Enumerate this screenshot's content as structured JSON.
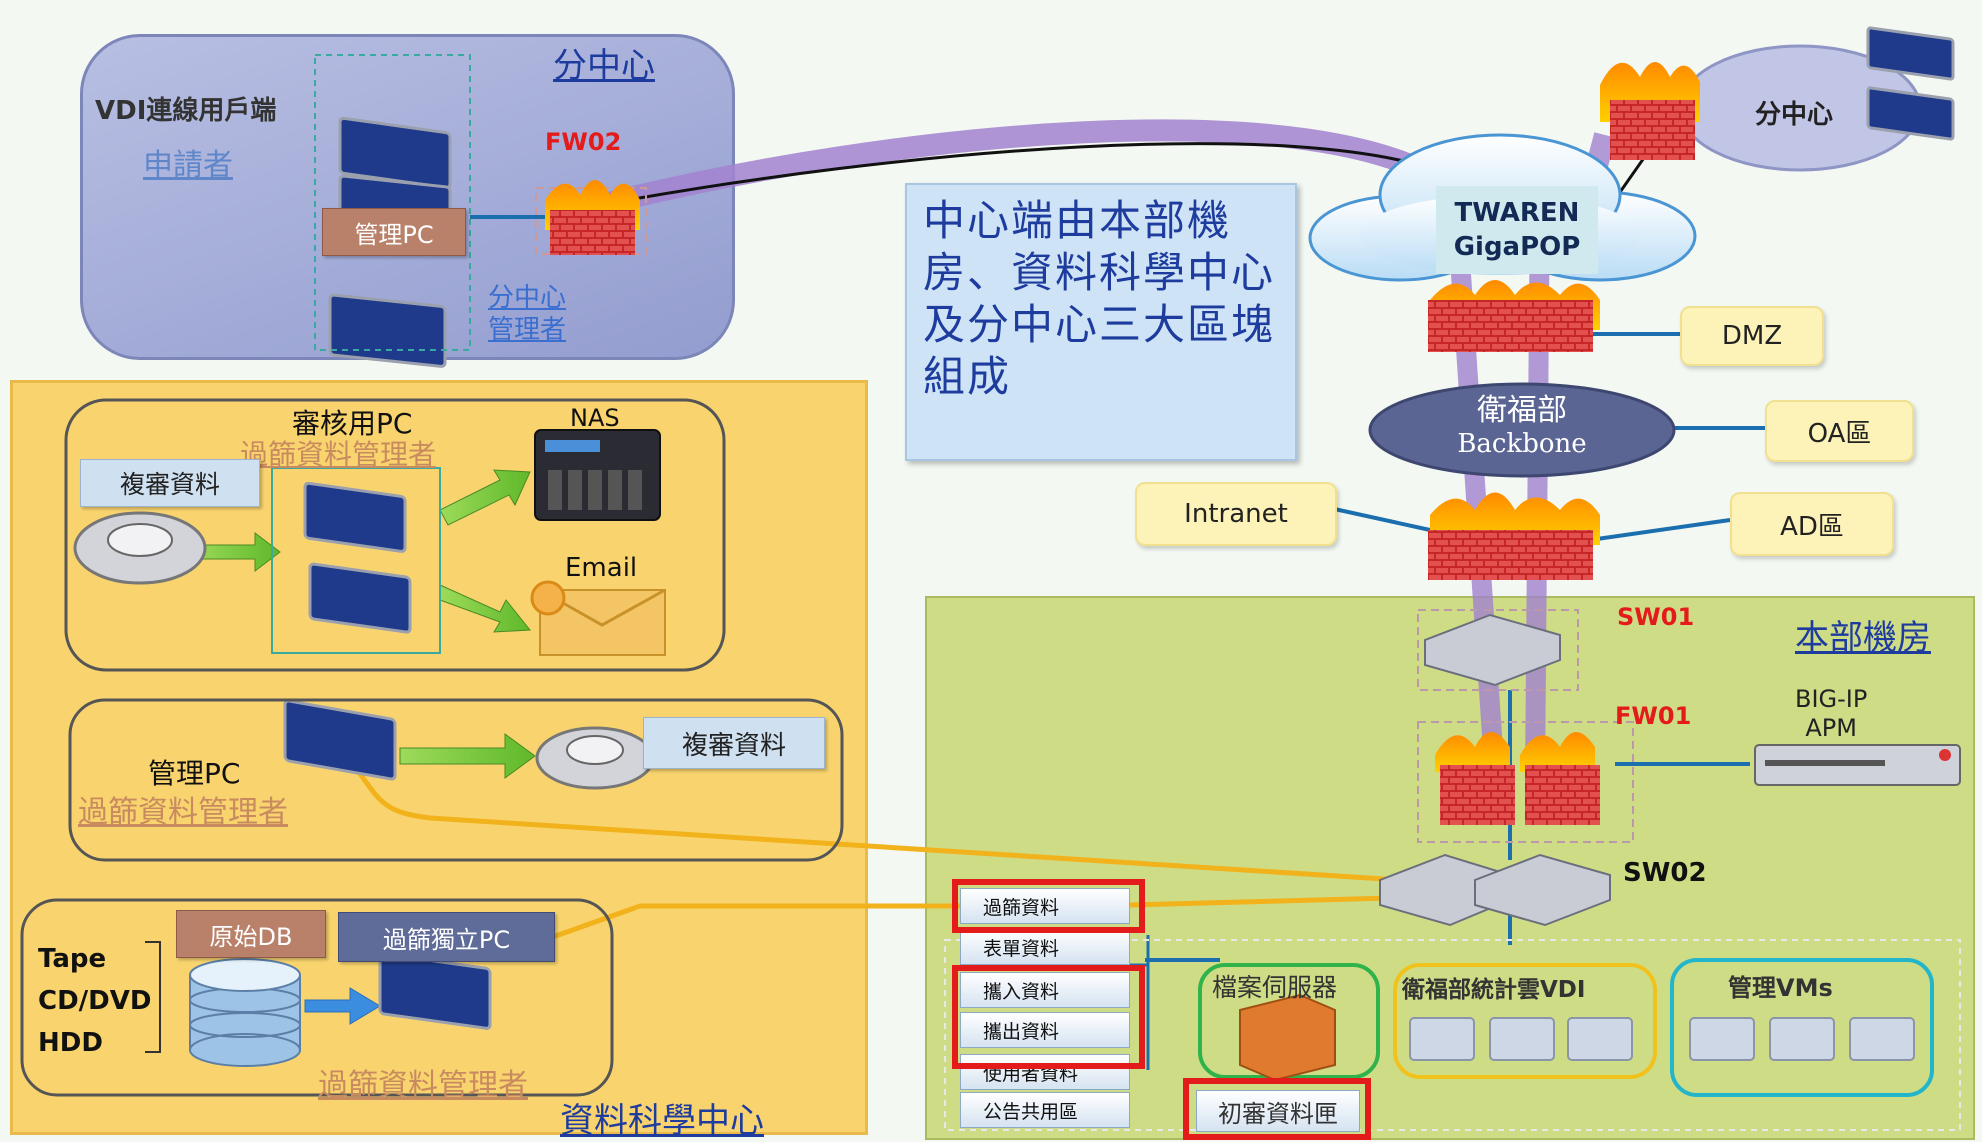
{
  "branch_top": {
    "title": "分中心",
    "client_label": "VDI連線用戶端",
    "applicant_label": "申請者",
    "admin_pc_label": "管理PC",
    "branch_admin_label": "分中心\n管理者",
    "fw_label": "FW02"
  },
  "info_note": "中心端由本部機房、資料科學中心及分中心三大區塊組成",
  "network": {
    "twaren_label": "TWAREN\nGigaPOP",
    "remote_branch_label": "分中心",
    "dmz_label": "DMZ",
    "backbone_title": "衛福部",
    "backbone_subtitle": "Backbone",
    "oa_label": "OA區",
    "intranet_label": "Intranet",
    "ad_label": "AD區"
  },
  "datacenter": {
    "title": "資料科學中心",
    "review_pc_label": "審核用PC",
    "filter_admin_label": "過篩資料管理者",
    "review_data_label": "複審資料",
    "nas_label": "NAS",
    "email_label": "Email",
    "mgmt_pc_label": "管理PC",
    "mgmt_filter_admin_label": "過篩資料管理者",
    "review_data_label2": "複審資料",
    "raw_db_label": "原始DB",
    "standalone_pc_label": "過篩獨立PC",
    "media_labels": [
      "Tape",
      "CD/DVD",
      "HDD"
    ],
    "bottom_admin_label": "過篩資料管理者"
  },
  "hq": {
    "title": "本部機房",
    "sw01_label": "SW01",
    "fw01_label": "FW01",
    "sw02_label": "SW02",
    "bigip_label": "BIG-IP\nAPM",
    "stack_items": [
      "過篩資料",
      "表單資料",
      "攜入資料",
      "攜出資料",
      "使用者資料",
      "公告共用區"
    ],
    "file_server_label": "檔案伺服器",
    "stat_vdi_label": "衛福部統計雲VDI",
    "mgmt_vms_label": "管理VMs",
    "initial_review_label": "初審資料匣"
  },
  "colors": {
    "highlight_red": "#e41b1b",
    "branch_bg": "#a3abd6",
    "datacenter_bg": "#f9d46e",
    "hq_bg": "#cedc84",
    "purple_link": "#9b7fc7",
    "orange_link": "#f1b21c",
    "blue_link": "#1b6fae"
  }
}
